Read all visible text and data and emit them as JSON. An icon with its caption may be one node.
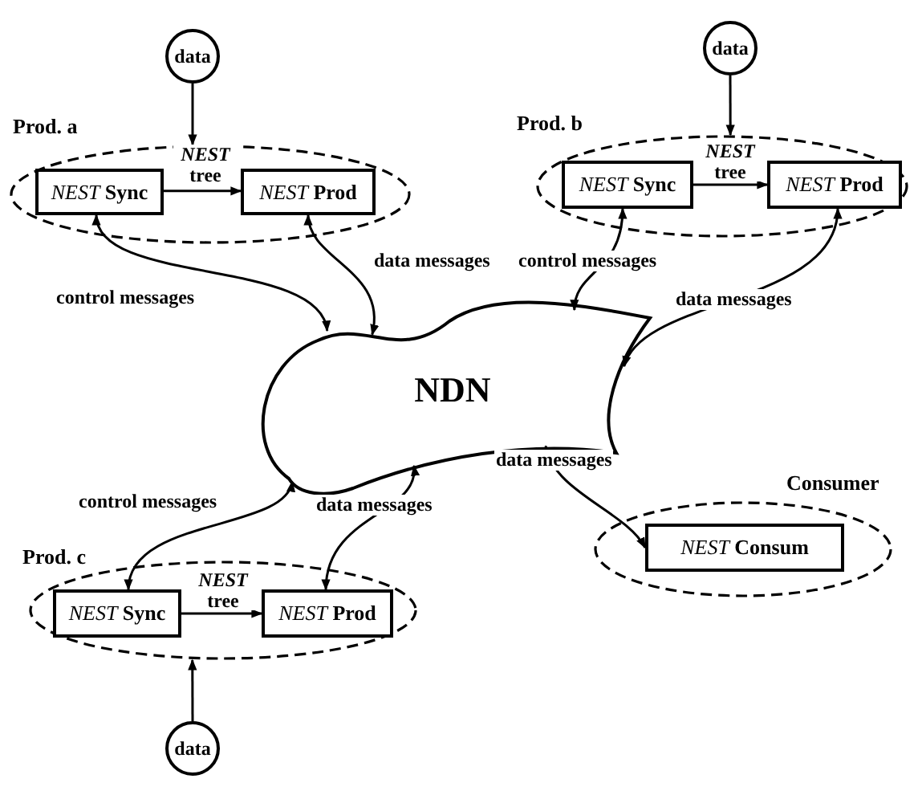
{
  "diagram": {
    "nodes": [
      {
        "text": [
          "data"
        ]
      },
      {
        "text": [
          "Prod. a"
        ]
      },
      {
        "text": [
          "*NEST* **Sync**"
        ],
        "in": 1
      },
      {
        "text": [
          "*NEST* **Prod**"
        ],
        "in": 1
      },
      {
        "text": [
          "data"
        ]
      },
      {
        "text": [
          "Prod. b"
        ]
      },
      {
        "text": [
          "*NEST* **Sync**"
        ],
        "in": 5
      },
      {
        "text": [
          "*NEST* **Prod**"
        ],
        "in": 5
      },
      {
        "text": [
          "NDN"
        ]
      },
      {
        "text": [
          "Consumer"
        ]
      },
      {
        "text": [
          "*NEST* **Consum**"
        ],
        "in": 9
      },
      {
        "text": [
          "Prod. c"
        ]
      },
      {
        "text": [
          "*NEST* **Sync**"
        ],
        "in": 11
      },
      {
        "text": [
          "*NEST* **Prod**"
        ],
        "in": 11
      },
      {
        "text": [
          "data"
        ]
      }
    ],
    "edges": [
      {
        "from": 0,
        "to": 1,
        "arrow": "to"
      },
      {
        "from": 2,
        "to": 3,
        "arrow": "to",
        "label": "*NEST* **tree**"
      },
      {
        "from": 2,
        "to": 8,
        "arrow": "both",
        "label": "control messages"
      },
      {
        "from": 3,
        "to": 8,
        "arrow": "both",
        "label": "data messages"
      },
      {
        "from": 4,
        "to": 5,
        "arrow": "to"
      },
      {
        "from": 6,
        "to": 7,
        "arrow": "to",
        "label": "*NEST* **tree**"
      },
      {
        "from": 6,
        "to": 8,
        "arrow": "both",
        "label": "control messages"
      },
      {
        "from": 7,
        "to": 8,
        "arrow": "both",
        "label": "data messages"
      },
      {
        "from": 8,
        "to": 10,
        "arrow": "both",
        "label": "data messages"
      },
      {
        "from": 12,
        "to": 8,
        "arrow": "both",
        "label": "control messages"
      },
      {
        "from": 13,
        "to": 8,
        "arrow": "both",
        "label": "data messages"
      },
      {
        "from": 12,
        "to": 13,
        "arrow": "to",
        "label": "*NEST* **tree**"
      },
      {
        "from": 14,
        "to": 11,
        "arrow": "to"
      }
    ]
  }
}
